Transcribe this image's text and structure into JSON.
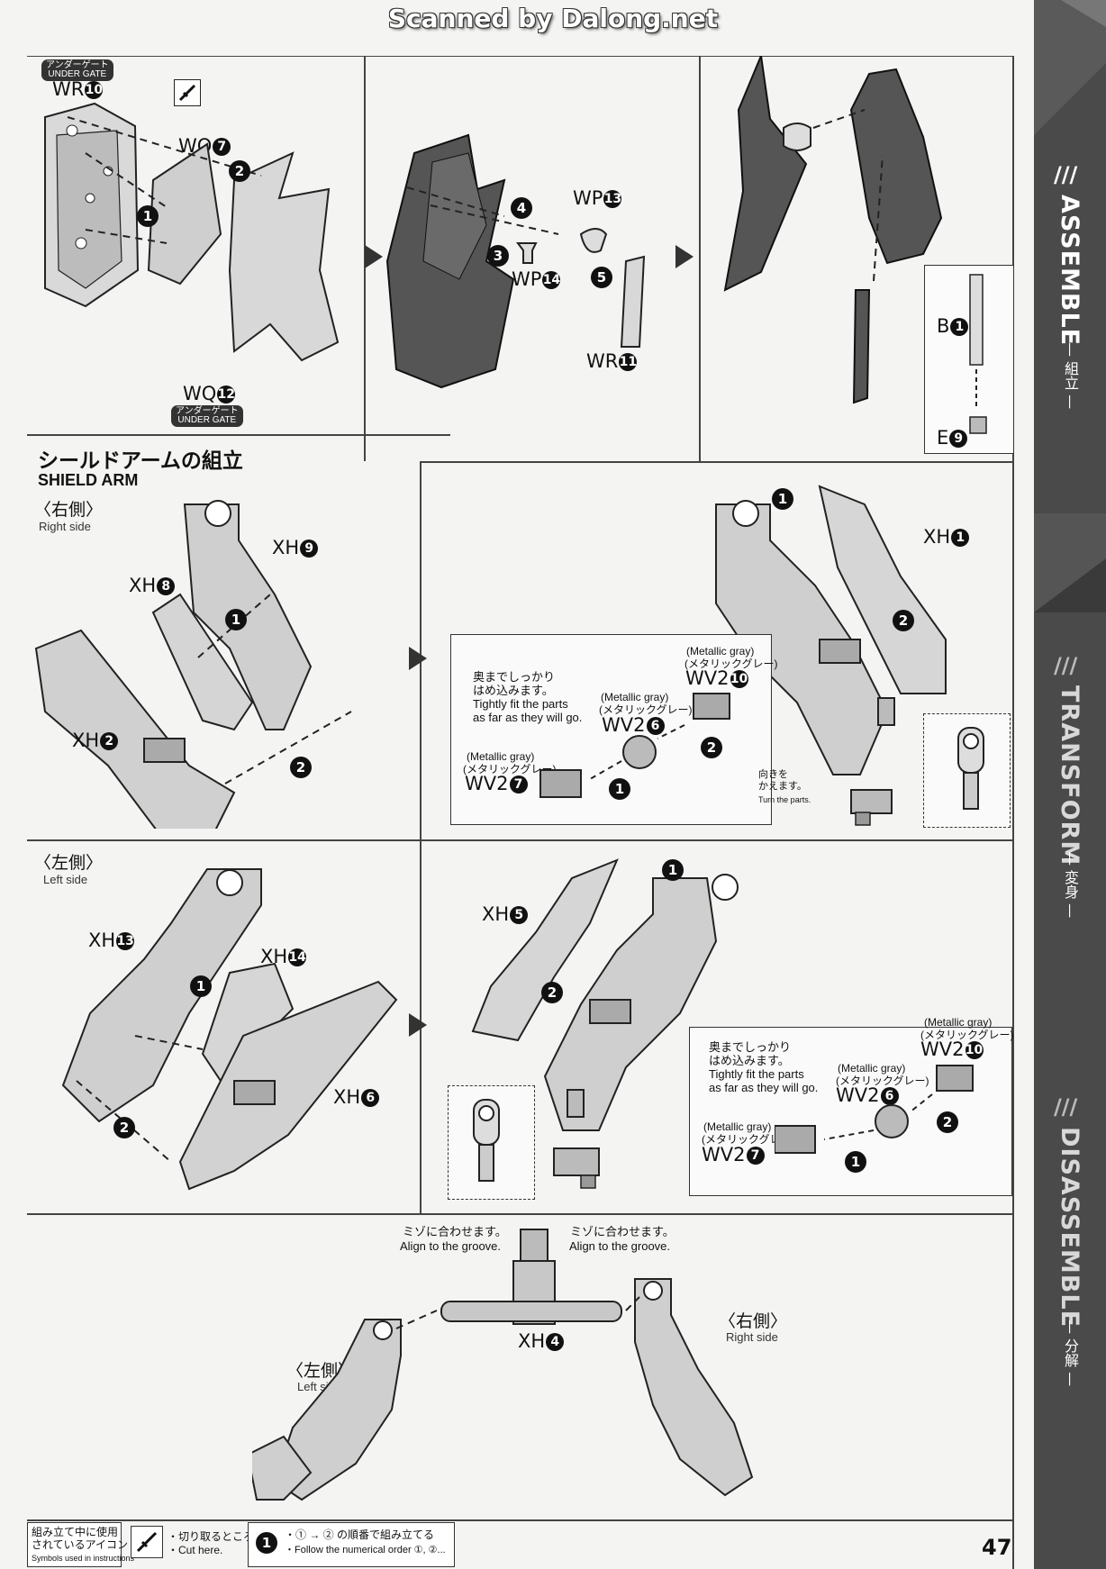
{
  "watermark": "Scanned by Dalong.net",
  "sidebar": {
    "sections": [
      {
        "en": "ASSEMBLE",
        "jp": "— 組立 —"
      },
      {
        "en": "TRANSFORM",
        "jp": "— 変身 —"
      },
      {
        "en": "DISASSEMBLE",
        "jp": "— 分解 —"
      }
    ]
  },
  "under_gate": {
    "jp": "アンダーゲート",
    "en": "UNDER GATE"
  },
  "top_row": {
    "parts": [
      "WR",
      "WO",
      "WQ",
      "WP",
      "WP",
      "WR",
      "B",
      "E"
    ],
    "nums": [
      "10",
      "7",
      "12",
      "13",
      "14",
      "11",
      "1",
      "9"
    ]
  },
  "shield": {
    "title_jp": "シールドアームの組立",
    "title_en": "SHIELD ARM",
    "right_jp": "〈右側〉",
    "right_en": "Right side",
    "left_jp": "〈左側〉",
    "left_en": "Left side"
  },
  "right_panel": {
    "parts": [
      "XH",
      "XH",
      "XH",
      "XH"
    ],
    "nums": [
      "9",
      "8",
      "2",
      "1"
    ]
  },
  "left_panel": {
    "parts": [
      "XH",
      "XH",
      "XH",
      "XH"
    ],
    "nums": [
      "13",
      "14",
      "6",
      "5"
    ]
  },
  "inset": {
    "jp1": "奥までしっかり",
    "jp2": "はめ込みます。",
    "en1": "Tightly fit the parts",
    "en2": "as far as they will go.",
    "metallic_en": "(Metallic gray)",
    "metallic_jp": "(メタリックグレー)",
    "part": "WV2",
    "nums": [
      "10",
      "6",
      "7"
    ]
  },
  "turn": {
    "jp1": "向きを",
    "jp2": "かえます。",
    "en": "Turn the parts."
  },
  "bottom": {
    "groove_jp": "ミゾに合わせます。",
    "groove_en": "Align to the groove.",
    "center_part": "XH",
    "center_num": "4"
  },
  "footer": {
    "jp1": "組み立て中に使用",
    "jp2": "されているアイコン",
    "en": "Symbols used in instructions",
    "cut_jp": "・切り取るところ",
    "cut_en": "・Cut here.",
    "order_jp": "の順番で組み立てる",
    "order_en": "・Follow the numerical order",
    "page": "47"
  }
}
